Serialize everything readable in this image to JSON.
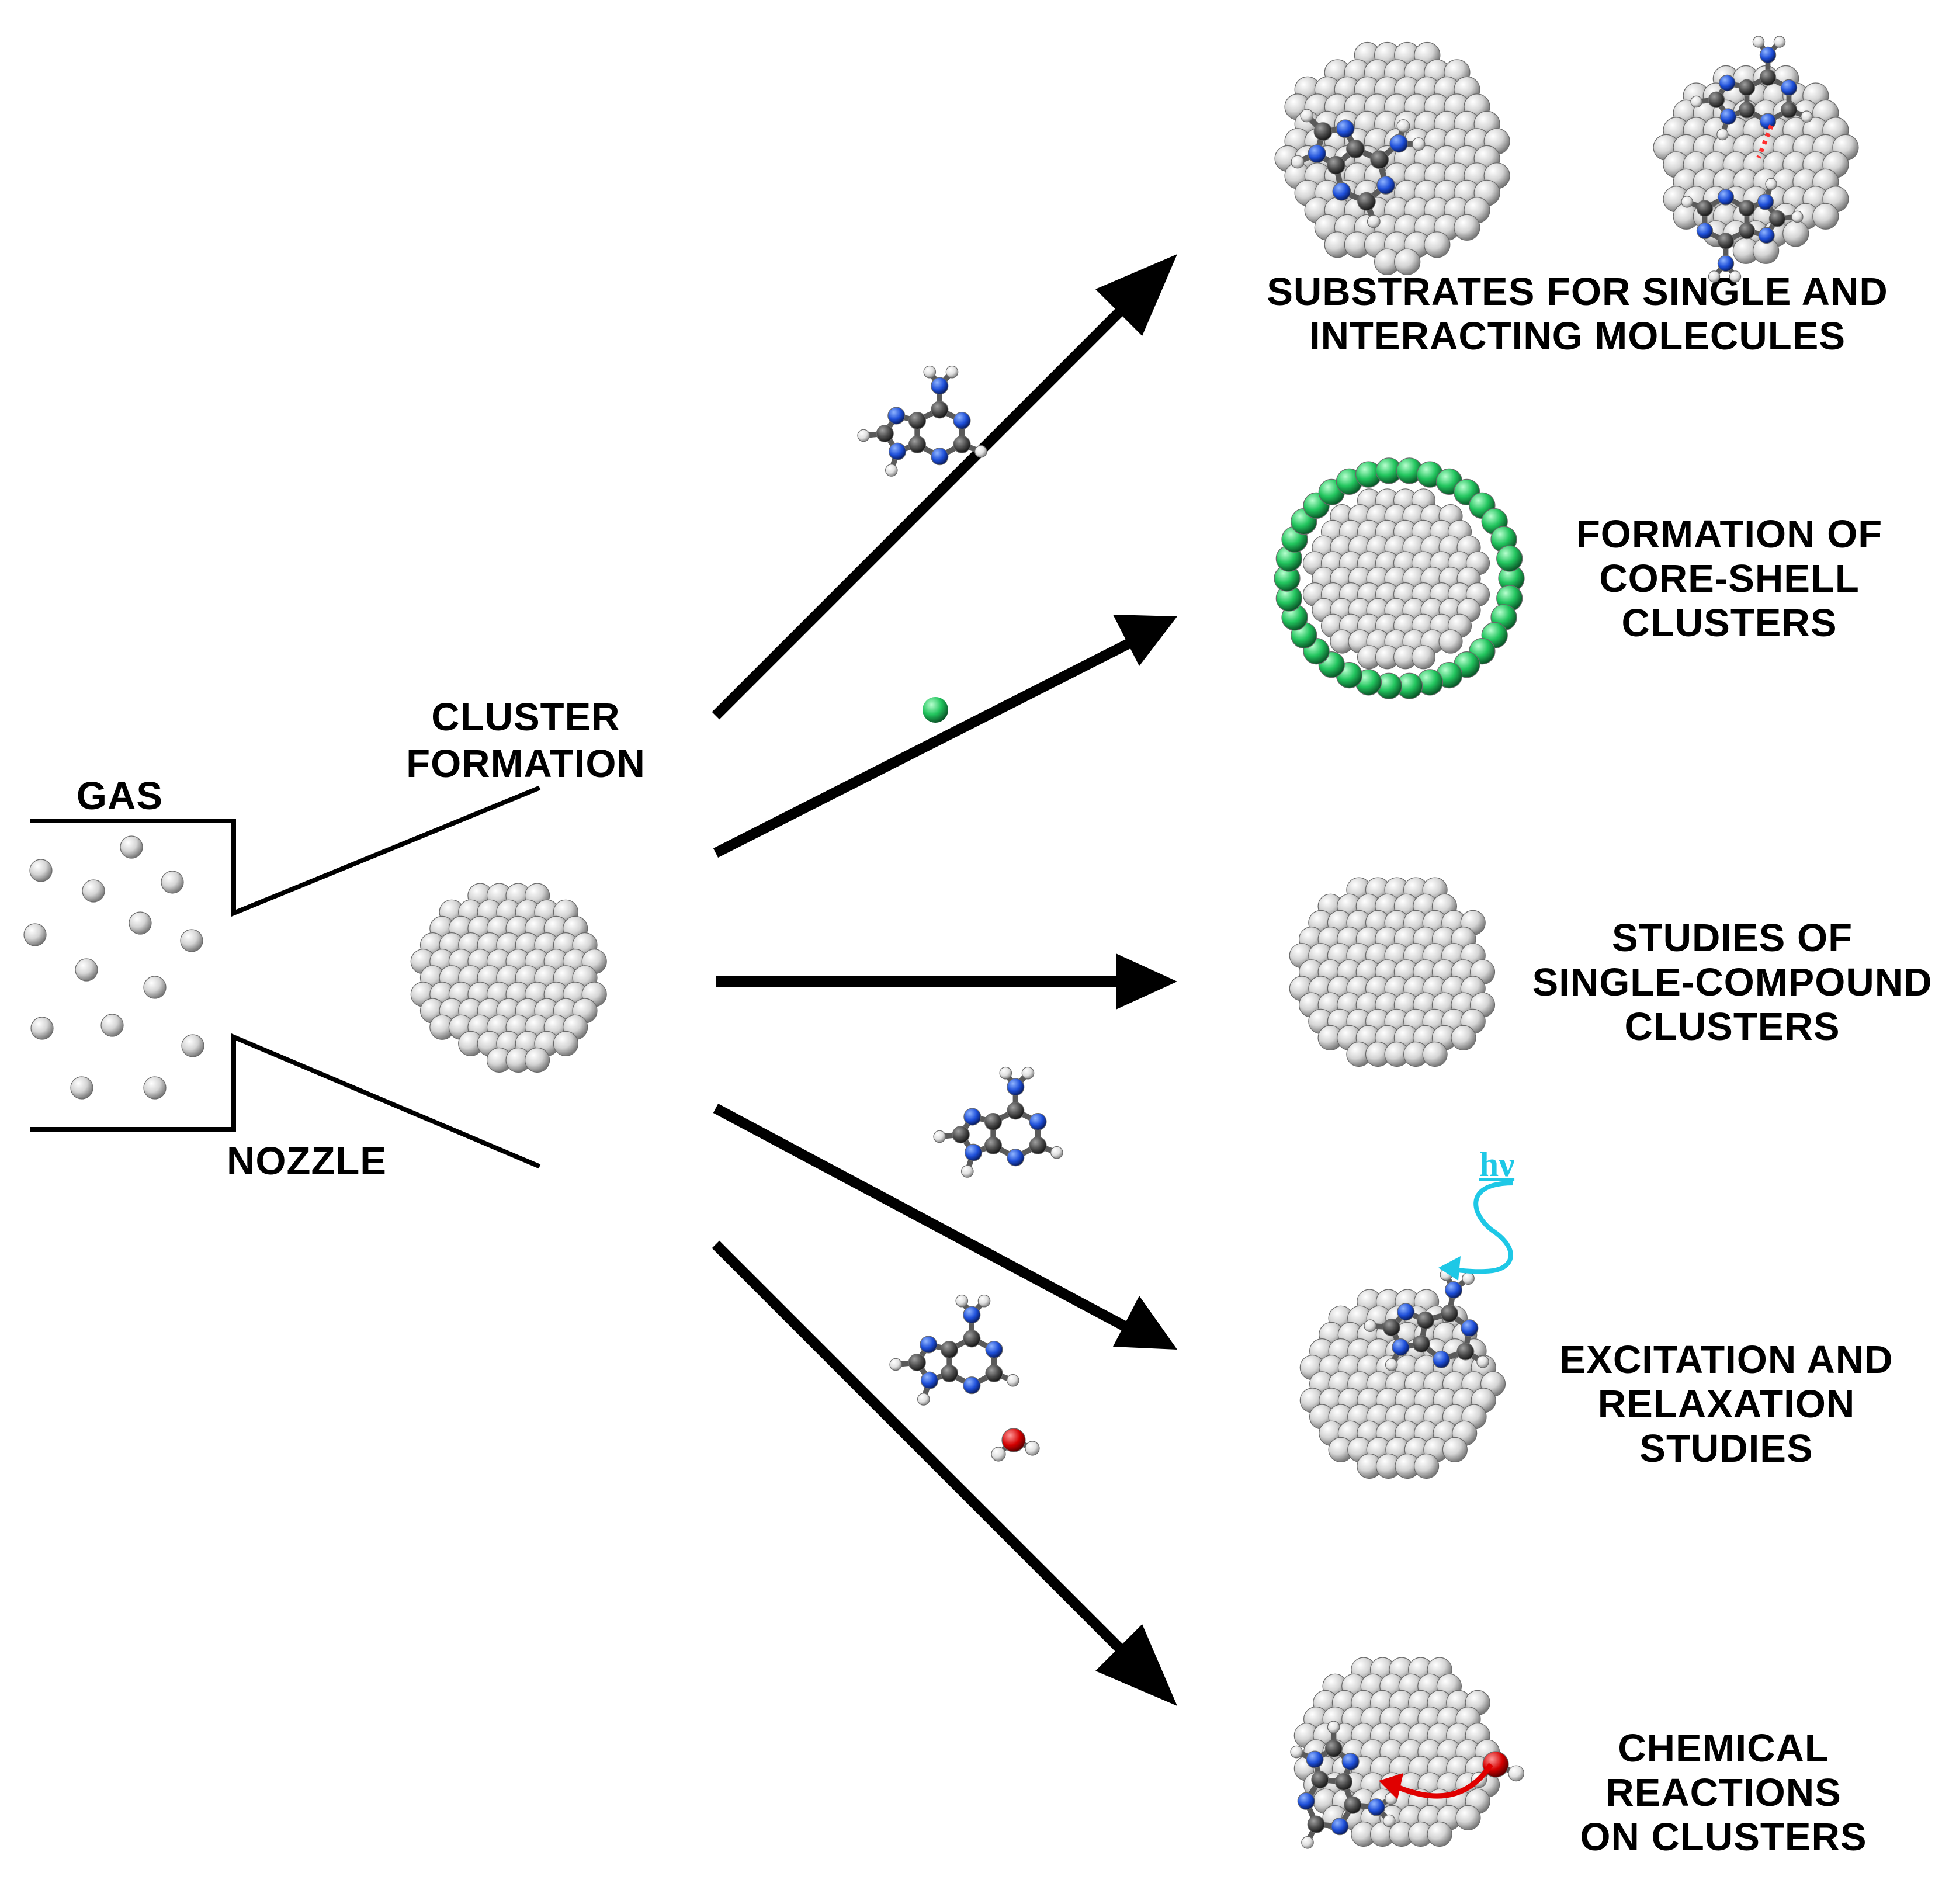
{
  "labels": {
    "gas": "GAS",
    "nozzle": "NOZZLE",
    "cluster_formation": [
      "CLUSTER",
      "FORMATION"
    ],
    "substrates": [
      "SUBSTRATES FOR SINGLE AND",
      "INTERACTING MOLECULES"
    ],
    "core_shell": [
      "FORMATION OF",
      "CORE-SHELL",
      "CLUSTERS"
    ],
    "single_compound": [
      "STUDIES OF",
      "SINGLE-COMPOUND",
      "CLUSTERS"
    ],
    "excitation": [
      "EXCITATION AND",
      "RELAXATION",
      "STUDIES"
    ],
    "chemical": [
      "CHEMICAL",
      "REACTIONS",
      "ON CLUSTERS"
    ],
    "photon": "hν"
  },
  "colors": {
    "line": "#000000",
    "cluster_atom": "#c8c8c8",
    "shell_atom": "#22c55e",
    "carbon": "#4a4a4a",
    "nitrogen": "#1d4ed8",
    "hydrogen": "#e8e8e8",
    "oxygen": "#d40000",
    "photon": "#1ec8e6",
    "reaction_arrow": "#e00000",
    "hbond": "#ff3030"
  },
  "icons": [
    "gas-atom",
    "cluster-sphere",
    "adenine-molecule",
    "water-molecule",
    "shell-atom",
    "photon-wave"
  ]
}
